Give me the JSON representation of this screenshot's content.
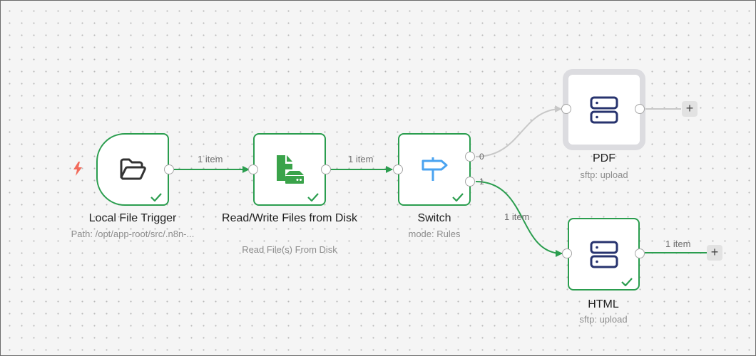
{
  "colors": {
    "success": "#2a9d4e",
    "inactive_edge": "#c8c8c8",
    "trigger_bolt": "#f26b5b",
    "sftp_icon": "#27336e",
    "switch_icon": "#4aa3f0"
  },
  "nodes": [
    {
      "id": "local-file-trigger",
      "title": "Local File Trigger",
      "subtitle": "Path: /opt/app-root/src/.n8n-...",
      "icon": "folder-open-icon",
      "status": "success"
    },
    {
      "id": "read-write-files",
      "title": "Read/Write Files from Disk",
      "subtitle": "Read File(s) From Disk",
      "icon": "file-disk-icon",
      "status": "success"
    },
    {
      "id": "switch",
      "title": "Switch",
      "subtitle": "mode: Rules",
      "icon": "signpost-icon",
      "status": "success",
      "outputs": [
        "0",
        "1"
      ]
    },
    {
      "id": "pdf",
      "title": "PDF",
      "subtitle": "sftp: upload",
      "icon": "server-icon",
      "status": "idle"
    },
    {
      "id": "html",
      "title": "HTML",
      "subtitle": "sftp: upload",
      "icon": "server-icon",
      "status": "success"
    }
  ],
  "edges": [
    {
      "from": "local-file-trigger",
      "to": "read-write-files",
      "label": "1 item"
    },
    {
      "from": "read-write-files",
      "to": "switch",
      "label": "1 item"
    },
    {
      "from": "switch",
      "to": "pdf",
      "label": ""
    },
    {
      "from": "switch",
      "to": "html",
      "label": "1 item"
    },
    {
      "from": "html",
      "to": "add",
      "label": "1 item"
    }
  ],
  "add_button": "+"
}
